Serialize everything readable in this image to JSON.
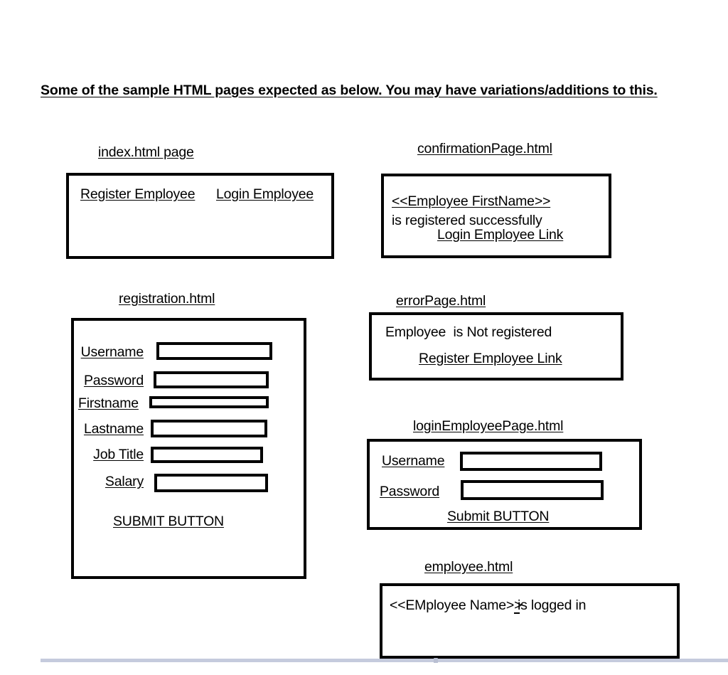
{
  "document": {
    "heading": "Some of the sample HTML pages expected as below. You may have variations/additions to this."
  },
  "sections": {
    "index": {
      "caption": "index.html page",
      "links": {
        "register": "Register Employee",
        "login": "Login Employee"
      }
    },
    "confirmation": {
      "caption": "confirmationPage.html",
      "placeholder_name": "<<Employee FirstName>>",
      "message": "is registered successfully",
      "link": "Login Employee Link"
    },
    "registration": {
      "caption": "registration.html",
      "fields": [
        {
          "label": "Username",
          "value": ""
        },
        {
          "label": "Password",
          "value": ""
        },
        {
          "label": "Firstname",
          "value": ""
        },
        {
          "label": "Lastname",
          "value": ""
        },
        {
          "label": "Job Title",
          "value": ""
        },
        {
          "label": "Salary",
          "value": ""
        }
      ],
      "submit_label": "SUBMIT BUTTON"
    },
    "error": {
      "caption": "errorPage.html",
      "message": "Employee  is Not registered",
      "link": "Register Employee Link"
    },
    "login_page": {
      "caption": "loginEmployeePage.html",
      "fields": [
        {
          "label": "Username",
          "value": ""
        },
        {
          "label": "Password",
          "value": ""
        }
      ],
      "submit_label": "Submit BUTTON"
    },
    "employee": {
      "caption": "employee.html",
      "placeholder_name": "<<EMployee Name>>",
      "message": "is logged in"
    }
  }
}
